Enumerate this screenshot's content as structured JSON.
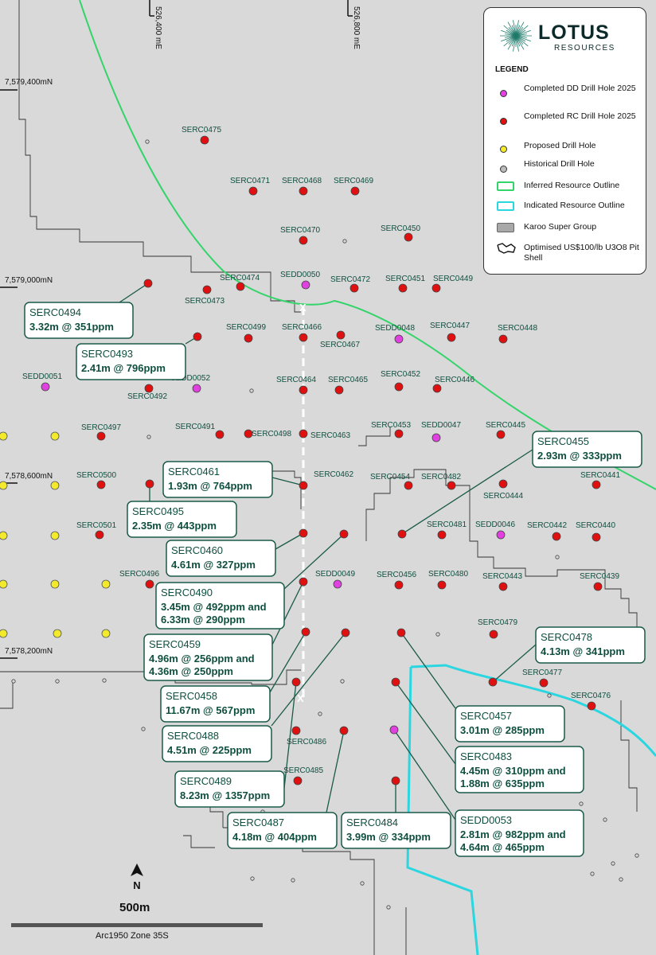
{
  "coords": {
    "east": [
      "526,400 mE",
      "526,800 mE"
    ],
    "north": [
      "7,579,400mN",
      "7,579,000mN",
      "7,578,600mN",
      "7,578,200mN"
    ]
  },
  "legend": {
    "logo_word": "LOTUS",
    "logo_sub": "RESOURCES",
    "title": "LEGEND",
    "items": [
      {
        "symbol": "dot",
        "color": "#e040e0",
        "text": "Completed DD Drill Hole 2025"
      },
      {
        "symbol": "dot",
        "color": "#e01010",
        "text": "Completed RC Drill Hole 2025"
      },
      {
        "symbol": "dot",
        "color": "#f2ea2a",
        "text": "Proposed Drill Hole"
      },
      {
        "symbol": "dot",
        "color": "#bbbbbb",
        "text": "Historical Drill Hole"
      },
      {
        "symbol": "outline",
        "color": "#33d46a",
        "text": "Inferred Resource Outline"
      },
      {
        "symbol": "outline",
        "color": "#2ad6e0",
        "text": "Indicated Resource Outline"
      },
      {
        "symbol": "fill",
        "color": "#a8a8a8",
        "text": "Karoo Super Group"
      },
      {
        "symbol": "pit",
        "color": "#111111",
        "text": "Optimised US$100/lb U3O8 Pit Shell"
      }
    ]
  },
  "holes": [
    {
      "label": "SERC0475",
      "type": "rc"
    },
    {
      "label": "SERC0471",
      "type": "rc"
    },
    {
      "label": "SERC0468",
      "type": "rc"
    },
    {
      "label": "SERC0469",
      "type": "rc"
    },
    {
      "label": "SERC0470",
      "type": "rc"
    },
    {
      "label": "SERC0450",
      "type": "rc"
    },
    {
      "label": "SERC0474",
      "type": "rc"
    },
    {
      "label": "SEDD0050",
      "type": "dd"
    },
    {
      "label": "SERC0472",
      "type": "rc"
    },
    {
      "label": "SERC0451",
      "type": "rc"
    },
    {
      "label": "SERC0449",
      "type": "rc"
    },
    {
      "label": "SERC0473",
      "type": "rc"
    },
    {
      "label": "SERC0499",
      "type": "rc"
    },
    {
      "label": "SERC0466",
      "type": "rc"
    },
    {
      "label": "SERC0467",
      "type": "rc"
    },
    {
      "label": "SEDD0048",
      "type": "dd"
    },
    {
      "label": "SERC0447",
      "type": "rc"
    },
    {
      "label": "SERC0448",
      "type": "rc"
    },
    {
      "label": "SEDD0051",
      "type": "dd"
    },
    {
      "label": "SERC0492",
      "type": "rc"
    },
    {
      "label": "SEDD0052",
      "type": "dd"
    },
    {
      "label": "SERC0464",
      "type": "rc"
    },
    {
      "label": "SERC0465",
      "type": "rc"
    },
    {
      "label": "SERC0452",
      "type": "rc"
    },
    {
      "label": "SERC0446",
      "type": "rc"
    },
    {
      "label": "SERC0497",
      "type": "rc"
    },
    {
      "label": "SERC0491",
      "type": "rc"
    },
    {
      "label": "SERC0498",
      "type": "rc"
    },
    {
      "label": "SERC0463",
      "type": "rc"
    },
    {
      "label": "SERC0453",
      "type": "rc"
    },
    {
      "label": "SEDD0047",
      "type": "dd"
    },
    {
      "label": "SERC0445",
      "type": "rc"
    },
    {
      "label": "SERC0500",
      "type": "rc"
    },
    {
      "label": "SERC0462",
      "type": "rc"
    },
    {
      "label": "SERC0454",
      "type": "rc"
    },
    {
      "label": "SERC0482",
      "type": "rc"
    },
    {
      "label": "SERC0441",
      "type": "rc"
    },
    {
      "label": "SERC0444",
      "type": "rc"
    },
    {
      "label": "SERC0501",
      "type": "rc"
    },
    {
      "label": "SERC0481",
      "type": "rc"
    },
    {
      "label": "SEDD0046",
      "type": "dd"
    },
    {
      "label": "SERC0442",
      "type": "rc"
    },
    {
      "label": "SERC0440",
      "type": "rc"
    },
    {
      "label": "SERC0496",
      "type": "rc"
    },
    {
      "label": "SEDD0049",
      "type": "dd"
    },
    {
      "label": "SERC0456",
      "type": "rc"
    },
    {
      "label": "SERC0480",
      "type": "rc"
    },
    {
      "label": "SERC0443",
      "type": "rc"
    },
    {
      "label": "SERC0439",
      "type": "rc"
    },
    {
      "label": "SERC0479",
      "type": "rc"
    },
    {
      "label": "SERC0477",
      "type": "rc"
    },
    {
      "label": "SERC0476",
      "type": "rc"
    },
    {
      "label": "SERC0486",
      "type": "rc"
    },
    {
      "label": "SERC0485",
      "type": "rc"
    }
  ],
  "callouts": [
    {
      "name": "SERC0494",
      "lines": [
        "3.32m @ 351ppm"
      ]
    },
    {
      "name": "SERC0493",
      "lines": [
        "2.41m @ 796ppm"
      ]
    },
    {
      "name": "SERC0455",
      "lines": [
        "2.93m @ 333ppm"
      ]
    },
    {
      "name": "SERC0461",
      "lines": [
        "1.93m @ 764ppm"
      ]
    },
    {
      "name": "SERC0495",
      "lines": [
        "2.35m @ 443ppm"
      ]
    },
    {
      "name": "SERC0460",
      "lines": [
        "4.61m @ 327ppm"
      ]
    },
    {
      "name": "SERC0490",
      "lines": [
        "3.45m @ 492ppm and",
        "6.33m @ 290ppm"
      ]
    },
    {
      "name": "SERC0478",
      "lines": [
        "4.13m @ 341ppm"
      ]
    },
    {
      "name": "SERC0459",
      "lines": [
        "4.96m @ 256ppm and",
        "4.36m @ 250ppm"
      ]
    },
    {
      "name": "SERC0458",
      "lines": [
        "11.67m @ 567ppm"
      ]
    },
    {
      "name": "SERC0457",
      "lines": [
        "3.01m @ 285ppm"
      ]
    },
    {
      "name": "SERC0488",
      "lines": [
        "4.51m @ 225ppm"
      ]
    },
    {
      "name": "SERC0483",
      "lines": [
        "4.45m @ 310ppm and",
        "1.88m @ 635ppm"
      ]
    },
    {
      "name": "SERC0489",
      "lines": [
        "8.23m @ 1357ppm"
      ]
    },
    {
      "name": "SERC0487",
      "lines": [
        "4.18m @ 404ppm"
      ]
    },
    {
      "name": "SERC0484",
      "lines": [
        "3.99m @ 334ppm"
      ]
    },
    {
      "name": "SEDD0053",
      "lines": [
        "2.81m @ 982ppm and",
        "4.64m @ 465ppm"
      ]
    }
  ],
  "section_marks": [
    "X",
    "X"
  ],
  "scale": {
    "label": "500m",
    "projection": "Arc1950 Zone 35S",
    "north": "N"
  }
}
